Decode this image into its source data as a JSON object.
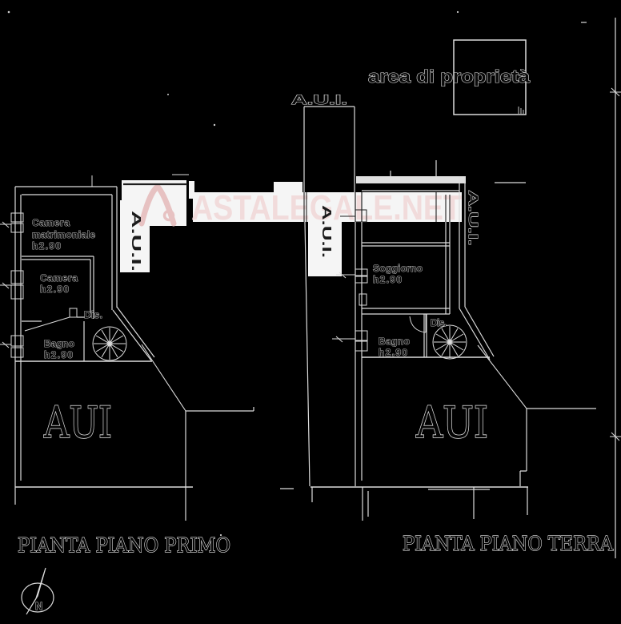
{
  "colors": {
    "background": "#000000",
    "plan_line": "#dcdcdc",
    "watermark_band": "#f5f5f5",
    "watermark_text_pink": "#f1dbdb",
    "watermark_logo_pink": "#e7c2c2",
    "dark_overlay_line": "#1f1f1f"
  },
  "watermark": {
    "brand": "ASTALEGALE.NET"
  },
  "site": {
    "property_area_label": "area di proprietà",
    "corridor_label_top": "A.U.I.",
    "boundary_label_left": "A.U.I.",
    "boundary_label_center": "A.U.I.",
    "boundary_label_right": "A.U.I."
  },
  "plan_first_floor": {
    "title": "PIANTA PIANO PRIMO",
    "open_area_label": "AUI",
    "rooms": {
      "camera_matrimoniale_line1": "Camera",
      "camera_matrimoniale_line2": "matrimoniale",
      "camera_matrimoniale_height": "h2.90",
      "camera": "Camera",
      "camera_height": "h2.90",
      "disimpegno": "Dis.",
      "bagno": "Bagno",
      "bagno_height": "h2.90"
    }
  },
  "plan_ground_floor": {
    "title": "PIANTA PIANO TERRA",
    "open_area_label": "AUI",
    "rooms": {
      "soggiorno": "Soggiorno",
      "soggiorno_height": "h2.90",
      "bagno": "Bagno",
      "bagno_height": "h2.90",
      "disimpegno": "Dis."
    }
  },
  "compass": {
    "north_label": "N"
  }
}
